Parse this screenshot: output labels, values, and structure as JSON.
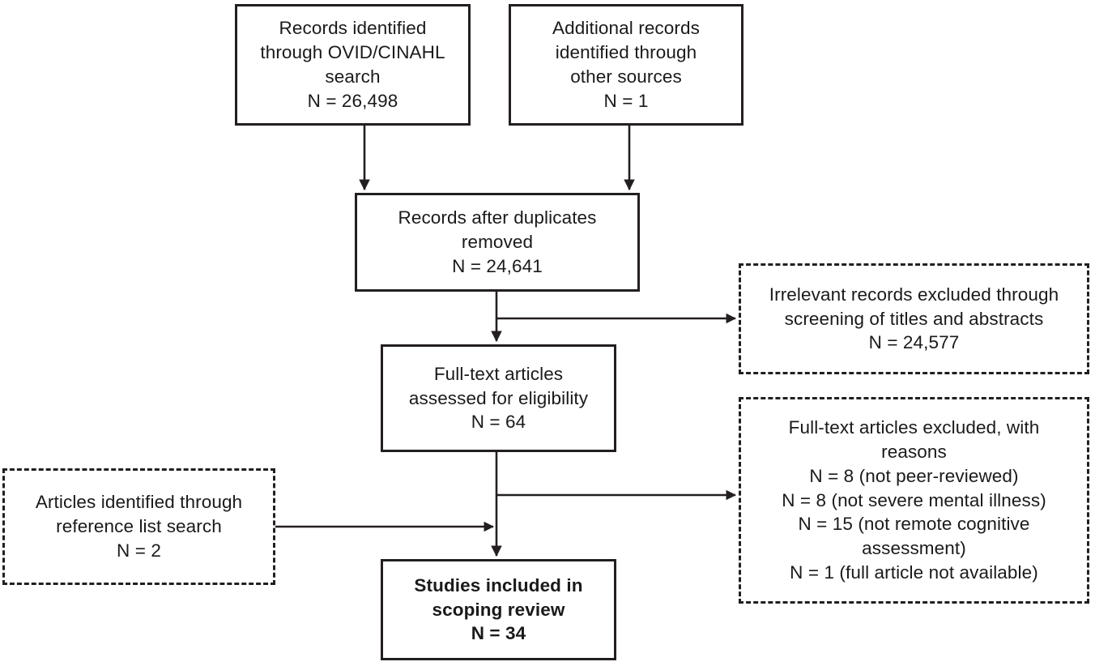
{
  "diagram": {
    "title": "PRISMA scoping review flow diagram",
    "stroke_color": "#231f20",
    "background_color": "#ffffff",
    "nodes": {
      "records_identified": {
        "text": "Records identified\nthrough OVID/CINAHL\nsearch\nN = 26,498",
        "border": "solid"
      },
      "additional_records": {
        "text": "Additional records\nidentified through\nother sources\nN = 1",
        "border": "solid"
      },
      "records_after_duplicates": {
        "text": "Records after duplicates\nremoved\nN = 24,641",
        "border": "solid"
      },
      "irrelevant_excluded": {
        "text": "Irrelevant records excluded through\nscreening of titles and abstracts\nN = 24,577",
        "border": "dashed"
      },
      "fulltext_assessed": {
        "text": "Full-text articles\nassessed for eligibility\nN = 64",
        "border": "solid"
      },
      "fulltext_excluded": {
        "text": "Full-text articles excluded, with\nreasons\nN = 8 (not peer-reviewed)\nN = 8 (not severe mental illness)\nN =  15 (not remote cognitive\nassessment)\nN = 1 (full article not available)",
        "border": "dashed"
      },
      "reference_list": {
        "text": "Articles identified through\nreference list search\nN = 2",
        "border": "dashed"
      },
      "studies_included": {
        "text": "Studies included in\nscoping review\nN = 34",
        "border": "solid"
      }
    },
    "edges": [
      {
        "name": "records-identified-to-duplicates",
        "from": "records_identified",
        "to": "records_after_duplicates"
      },
      {
        "name": "additional-records-to-duplicates",
        "from": "additional_records",
        "to": "records_after_duplicates"
      },
      {
        "name": "duplicates-to-fulltext",
        "from": "records_after_duplicates",
        "to": "fulltext_assessed"
      },
      {
        "name": "duplicates-to-irrelevant-excluded",
        "from": "records_after_duplicates",
        "to": "irrelevant_excluded"
      },
      {
        "name": "fulltext-to-studies-included",
        "from": "fulltext_assessed",
        "to": "studies_included"
      },
      {
        "name": "fulltext-to-fulltext-excluded",
        "from": "fulltext_assessed",
        "to": "fulltext_excluded"
      },
      {
        "name": "reference-list-to-studies-included",
        "from": "reference_list",
        "to": "studies_included"
      }
    ]
  }
}
